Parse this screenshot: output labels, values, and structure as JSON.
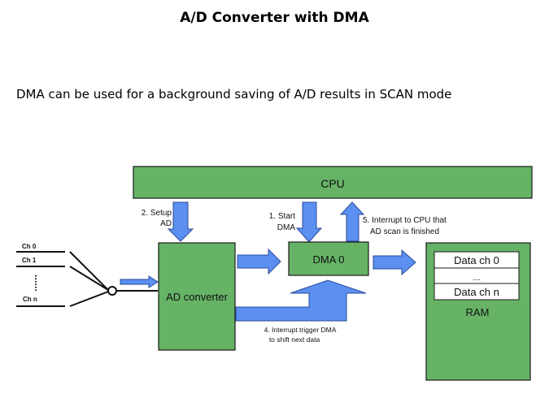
{
  "title": "A/D Converter with DMA",
  "subtitle": "DMA can be used for a background saving of A/D results in SCAN mode",
  "colors": {
    "box_fill": "#66b366",
    "arrow_fill": "#5b8ff0",
    "stroke": "#1a1a1a"
  },
  "diagram": {
    "cpu_label": "CPU",
    "ad_converter_label": "AD converter",
    "dma_label": "DMA 0",
    "ram_label": "RAM",
    "ram_rows": [
      "Data ch 0",
      "...",
      "Data ch n"
    ],
    "channels": [
      "Ch 0",
      "Ch 1",
      "Ch n"
    ],
    "steps": {
      "step2_line1": "2. Setup",
      "step2_line2": "AD",
      "step1_line1": "1. Start",
      "step1_line2": "DMA",
      "step5_line1": "5. Interrupt to CPU that",
      "step5_line2": "AD scan is finished",
      "step4_line1": "4. Interrupt trigger DMA",
      "step4_line2": "to shift next data"
    }
  }
}
